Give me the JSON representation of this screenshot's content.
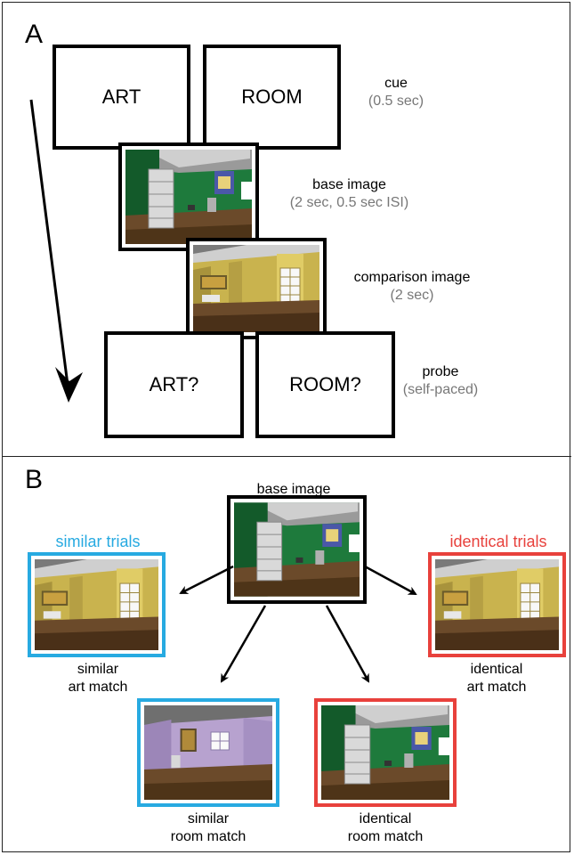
{
  "panel_a": {
    "label": "A",
    "cue": {
      "box_left": "ART",
      "box_right": "ROOM",
      "title": "cue",
      "timing": "(0.5 sec)"
    },
    "base": {
      "title": "base image",
      "timing": "(2 sec, 0.5 sec ISI)"
    },
    "comparison": {
      "title": "comparison image",
      "timing": "(2 sec)"
    },
    "probe": {
      "box_left": "ART?",
      "box_right": "ROOM?",
      "title": "probe",
      "timing": "(self-paced)"
    }
  },
  "panel_b": {
    "label": "B",
    "base_label": "base image",
    "similar_header": "similar trials",
    "identical_header": "identical trials",
    "similar_art": "similar\nart match",
    "identical_art": "identical\nart match",
    "similar_room": "similar\nroom match",
    "identical_room": "identical\nroom match"
  },
  "colors": {
    "similar": "#27aae1",
    "identical": "#e8413c",
    "frame": "#000000"
  },
  "images": {
    "green_room_shelf": "green-room-with-shelf",
    "yellow_room_window": "yellow-room-with-window",
    "purple_room": "purple-room"
  }
}
